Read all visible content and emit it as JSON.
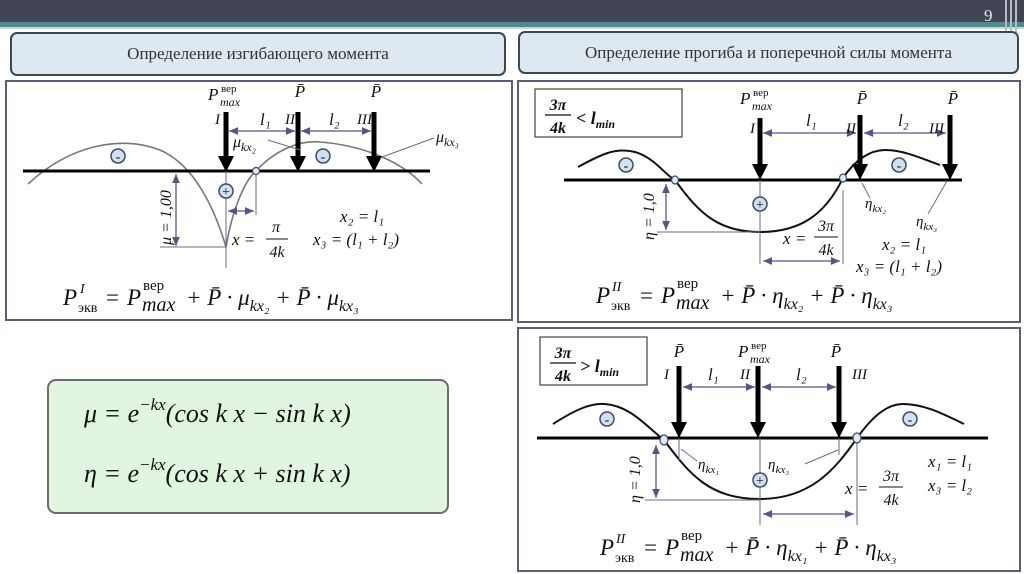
{
  "header": {
    "page_number": "9",
    "left_title": "Определение изгибающего момента",
    "right_title": "Определение прогиба и поперечной силы момента"
  },
  "common": {
    "p": "P",
    "p_bar": "P̄",
    "sup_ver": "вер",
    "sub_max": "max",
    "sub_ekv": "экв",
    "sections": [
      "I",
      "II",
      "III"
    ],
    "l1": "l₁",
    "l2": "l₂",
    "minus": "-",
    "plus": "+",
    "eq": "=",
    "plus_op": "+",
    "dot": "·",
    "x_eq": "x =",
    "frac_den": "4k"
  },
  "panel_moment": {
    "mu": "μ",
    "sub_kx2": "kx₂",
    "sub_kx3": "kx₃",
    "dim_label": "μ = 1,00",
    "x_num": "π",
    "x2_eq": "x₂ = l₁",
    "x3_eq": "x₃ = (l₁ + l₂)",
    "formula_sup": "I"
  },
  "panel_deflection_small": {
    "cond_num": "3π",
    "cond_den": "4k",
    "cond_rel": "< l",
    "cond_sub": "min",
    "eta": "η",
    "sub_kx2": "kx₂",
    "sub_kx3": "kx₃",
    "dim_label": "η = 1,0",
    "x_num": "3π",
    "x2_eq": "x₂ = l₁",
    "x3_eq": "x₃ = (l₁ + l₂)",
    "formula_sup": "II"
  },
  "panel_deflection_large": {
    "cond_num": "3π",
    "cond_den": "4k",
    "cond_rel": "> l",
    "cond_sub": "min",
    "eta": "η",
    "sub_kx1": "kx₁",
    "sub_kx3": "kx₃",
    "dim_label": "η = 1,0",
    "x_num": "3π",
    "x1_eq": "x₁ = l₁",
    "x3_eq": "x₃ = l₂",
    "formula_sup": "II"
  },
  "formulas": {
    "mu_lhs": "μ = e",
    "eta_lhs": "η = e",
    "exp": "−kx",
    "mu_rhs": "(cos k x − sin k x)",
    "eta_rhs": "(cos k x + sin k x)"
  },
  "colors": {
    "top_bar": "#424454",
    "accent_stripe": "#4f8a8c",
    "header_fill": "#dde8f0",
    "formula_fill": "#e1f5e1",
    "sign_circle": "#cfe0ee"
  }
}
